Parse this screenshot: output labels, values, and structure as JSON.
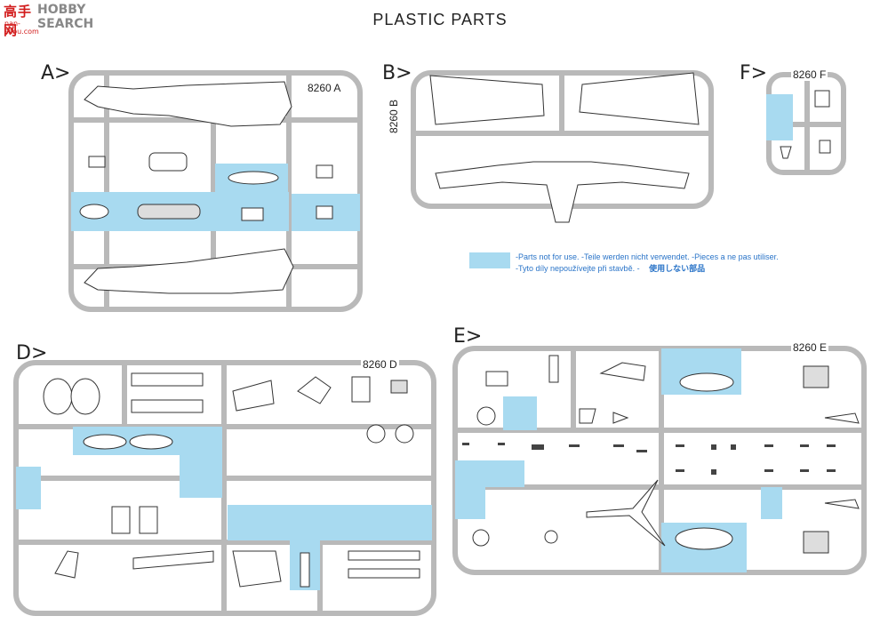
{
  "watermark": {
    "cn": "高手网",
    "en": "HOBBY SEARCH",
    "sub": "nan-shou.com"
  },
  "title": "PLASTIC PARTS",
  "sprues": [
    {
      "label": "A>",
      "code": "8260 A"
    },
    {
      "label": "B>",
      "code": "8260 B"
    },
    {
      "label": "F>",
      "code": "8260 F"
    },
    {
      "label": "D>",
      "code": "8260 D"
    },
    {
      "label": "E>",
      "code": "8260 E"
    }
  ],
  "legend": {
    "line1": "-Parts not for use. -Teile werden nicht verwendet. -Pieces a ne pas utiliser.",
    "line2": "-Tyto díly nepoužívejte při stavbě. -",
    "line2_jp": "使用しない部品",
    "highlight_color": "#a8daf0"
  },
  "colors": {
    "frame": "#b9b9b9",
    "part_fill": "#ffffff",
    "part_stroke": "#333333",
    "unused": "#a8daf0"
  }
}
